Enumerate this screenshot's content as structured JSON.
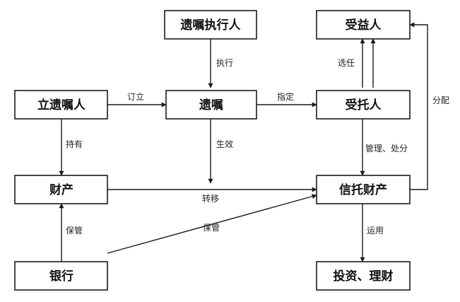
{
  "nodes": {
    "executor": "遗嘱执行人",
    "beneficiary": "受益人",
    "testator": "立遗嘱人",
    "will": "遗嘱",
    "trustee": "受托人",
    "property": "财产",
    "trust_property": "信托财产",
    "bank": "银行",
    "investment": "投资、理财"
  },
  "edges": {
    "execute": "执行",
    "elect": "选任",
    "establish": "订立",
    "designate": "指定",
    "distribute": "分配",
    "hold": "持有",
    "take_effect": "生效",
    "manage_dispose": "管理、处分",
    "transfer": "转移",
    "custody_bank": "保管",
    "custody_trust": "保管",
    "use": "运用"
  }
}
